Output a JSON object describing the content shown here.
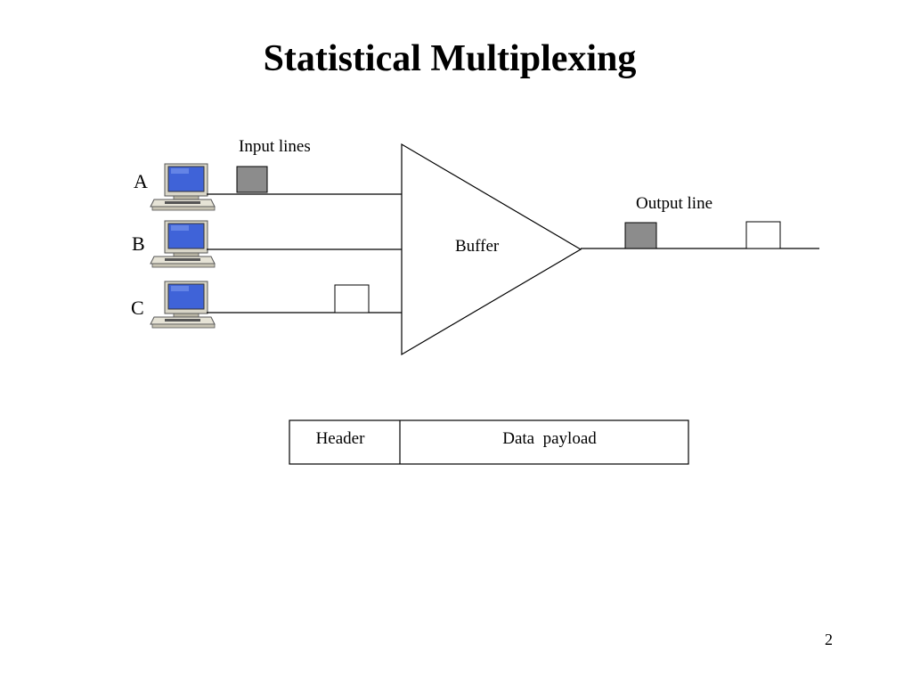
{
  "slide": {
    "title": "Statistical Multiplexing",
    "page_number": "2"
  },
  "diagram": {
    "input_lines_label": "Input lines",
    "output_line_label": "Output line",
    "buffer_label": "Buffer",
    "inputs": [
      {
        "letter": "A",
        "packet": "filled"
      },
      {
        "letter": "B",
        "packet": "none"
      },
      {
        "letter": "C",
        "packet": "empty"
      }
    ],
    "output_packets": [
      "filled",
      "empty"
    ],
    "packet_fill_color": "#8c8c8c",
    "screen_color": "#3f63d8"
  },
  "packet_format": {
    "header_label": "Header",
    "payload_label": "Data  payload"
  }
}
